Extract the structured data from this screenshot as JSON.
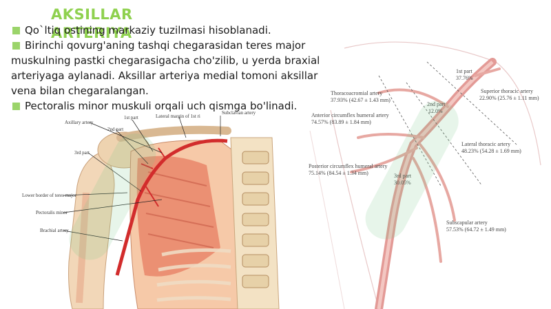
{
  "title_lines": [
    "AKSILLAR",
    "ARTERIYA"
  ],
  "bullets": [
    "Qo`ltiq ostining markaziy tuzilmasi hisoblanadi.",
    "Birinchi qovurg'aning tashqi chegarasidan teres major",
    "muskulning pastki chegarasigacha cho'zilib, u yerda braxial",
    "arteriyaga aylanadi. Aksillar arteriya medial tomoni aksillar",
    "vena bilan chegaralangan.",
    "Pectoralis minor muskuli orqali uch qismga bo'linadi."
  ],
  "left_figure": {
    "labels": {
      "axillary": "Axillary artery",
      "first": "1st part",
      "second": "2nd part",
      "third": "3rd part",
      "lateral_margin": "Lateral margin of 1st ri",
      "subclavian": "Subclavian artery",
      "teres": "Lower border of teres major",
      "pec_minor": "Pectoralis minor",
      "brachial": "Brachial artery"
    }
  },
  "right_figure": {
    "labels": {
      "p1": "1st part",
      "p1_pct": "37.76%",
      "p2": "2nd part",
      "p2_pct": "12.0%",
      "p3": "3rd part",
      "p3_pct": "30.05%",
      "thoraco_name": "Thoracoacromial artery",
      "thoraco_val": "37.93% (42.67 ± 1.43 mm)",
      "sup_name": "Superior thoracic artery",
      "sup_val": "22.90% (25.76 ± 1.11 mm)",
      "ant_name": "Anterior circumflex humeral artery",
      "ant_val": "74.57% (83.89 ± 1.84 mm)",
      "lat_name": "Lateral thoracic artery",
      "lat_val": "48.23% (54.28 ± 1.69 mm)",
      "post_name": "Posterior circumflex humeral artery",
      "post_val": "75.14% (84.54 ± 1.34 mm)",
      "sub_name": "Subscapular artery",
      "sub_val": "57.53% (64.72 ± 1.49 mm)"
    }
  }
}
